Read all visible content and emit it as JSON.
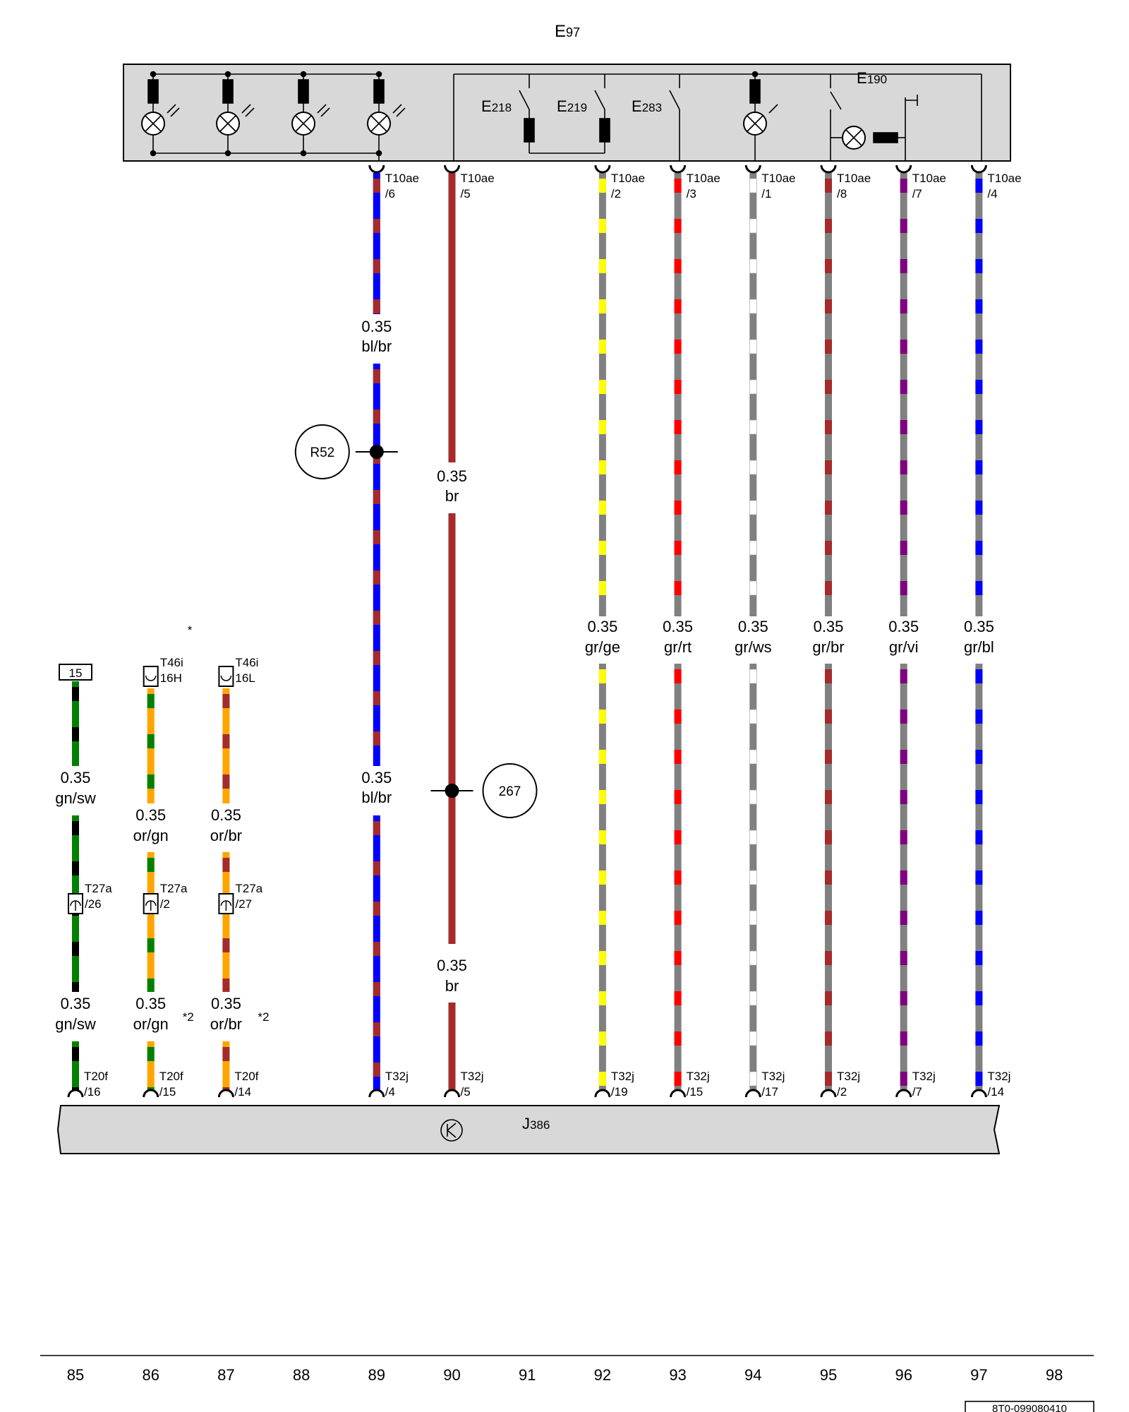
{
  "components": {
    "top_unit": {
      "name": "E",
      "sub": "97"
    },
    "e218": {
      "name": "E",
      "sub": "218"
    },
    "e219": {
      "name": "E",
      "sub": "219"
    },
    "e283": {
      "name": "E",
      "sub": "283"
    },
    "e190": {
      "name": "E",
      "sub": "190"
    },
    "bottom_unit": {
      "name": "J",
      "sub": "386"
    }
  },
  "terminal_15": "15",
  "asterisk": "*",
  "footnote_mark": "*2",
  "document_number": "8T0-099080410",
  "nodes": [
    {
      "label": "R52",
      "column": 89
    },
    {
      "label": "267",
      "column": 90
    }
  ],
  "columns": [
    "85",
    "86",
    "87",
    "88",
    "89",
    "90",
    "91",
    "92",
    "93",
    "94",
    "95",
    "96",
    "97",
    "98"
  ],
  "colors": {
    "bl": "#0000ff",
    "br": "#a52a2a",
    "gr": "#808080",
    "ge": "#ffff00",
    "rt": "#ff0000",
    "ws": "#ffffff",
    "vi": "#800080",
    "gn": "#008000",
    "sw": "#000000",
    "or": "#ffa500",
    "housing": "#d8d8d8"
  },
  "wires": [
    {
      "column": 89,
      "primary": "bl",
      "secondary": "br",
      "labels": [
        {
          "size": "0.35",
          "code": "bl/br"
        },
        {
          "size": "0.35",
          "code": "bl/br"
        }
      ],
      "top_connector": {
        "name": "T10ae",
        "pin": "/6"
      },
      "bottom_connector": {
        "name": "T32j",
        "pin": "/4"
      }
    },
    {
      "column": 90,
      "primary": "br",
      "secondary": null,
      "labels": [
        {
          "size": "0.35",
          "code": "br"
        },
        {
          "size": "0.35",
          "code": "br"
        }
      ],
      "top_connector": {
        "name": "T10ae",
        "pin": "/5"
      },
      "bottom_connector": {
        "name": "T32j",
        "pin": "/5"
      }
    },
    {
      "column": 92,
      "primary": "gr",
      "secondary": "ge",
      "labels": [
        {
          "size": "0.35",
          "code": "gr/ge"
        }
      ],
      "top_connector": {
        "name": "T10ae",
        "pin": "/2"
      },
      "bottom_connector": {
        "name": "T32j",
        "pin": "/19"
      }
    },
    {
      "column": 93,
      "primary": "gr",
      "secondary": "rt",
      "labels": [
        {
          "size": "0.35",
          "code": "gr/rt"
        }
      ],
      "top_connector": {
        "name": "T10ae",
        "pin": "/3"
      },
      "bottom_connector": {
        "name": "T32j",
        "pin": "/15"
      }
    },
    {
      "column": 94,
      "primary": "gr",
      "secondary": "ws",
      "labels": [
        {
          "size": "0.35",
          "code": "gr/ws"
        }
      ],
      "top_connector": {
        "name": "T10ae",
        "pin": "/1"
      },
      "bottom_connector": {
        "name": "T32j",
        "pin": "/17"
      }
    },
    {
      "column": 95,
      "primary": "gr",
      "secondary": "br",
      "labels": [
        {
          "size": "0.35",
          "code": "gr/br"
        }
      ],
      "top_connector": {
        "name": "T10ae",
        "pin": "/8"
      },
      "bottom_connector": {
        "name": "T32j",
        "pin": "/2"
      }
    },
    {
      "column": 96,
      "primary": "gr",
      "secondary": "vi",
      "labels": [
        {
          "size": "0.35",
          "code": "gr/vi"
        }
      ],
      "top_connector": {
        "name": "T10ae",
        "pin": "/7"
      },
      "bottom_connector": {
        "name": "T32j",
        "pin": "/7"
      }
    },
    {
      "column": 97,
      "primary": "gr",
      "secondary": "bl",
      "labels": [
        {
          "size": "0.35",
          "code": "gr/bl"
        }
      ],
      "top_connector": {
        "name": "T10ae",
        "pin": "/4"
      },
      "bottom_connector": {
        "name": "T32j",
        "pin": "/14"
      }
    }
  ],
  "left_wires": [
    {
      "column": 85,
      "primary": "gn",
      "secondary": "sw",
      "top_terminal": "15",
      "labels": [
        {
          "size": "0.35",
          "code": "gn/sw"
        },
        {
          "size": "0.35",
          "code": "gn/sw"
        }
      ],
      "mid_connector": {
        "name": "T27a",
        "pin": "/26"
      },
      "bottom_connector": {
        "name": "T20f",
        "pin": "/16"
      }
    },
    {
      "column": 86,
      "primary": "or",
      "secondary": "gn",
      "top_connector": {
        "name": "T46i",
        "pin": "16H"
      },
      "labels": [
        {
          "size": "0.35",
          "code": "or/gn"
        },
        {
          "size": "0.35",
          "code": "or/gn"
        }
      ],
      "mid_connector": {
        "name": "T27a",
        "pin": "/2"
      },
      "bottom_connector": {
        "name": "T20f",
        "pin": "/15"
      },
      "footnote": "*2"
    },
    {
      "column": 87,
      "primary": "or",
      "secondary": "br",
      "top_connector": {
        "name": "T46i",
        "pin": "16L"
      },
      "labels": [
        {
          "size": "0.35",
          "code": "or/br"
        },
        {
          "size": "0.35",
          "code": "or/br"
        }
      ],
      "mid_connector": {
        "name": "T27a",
        "pin": "/27"
      },
      "bottom_connector": {
        "name": "T20f",
        "pin": "/14"
      },
      "footnote": "*2"
    }
  ]
}
